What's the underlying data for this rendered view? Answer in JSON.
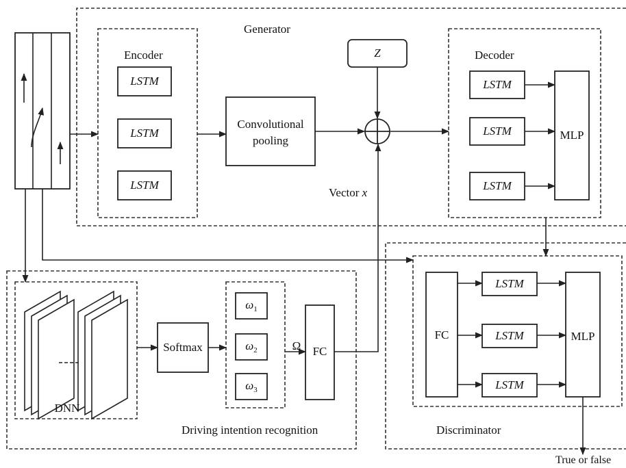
{
  "generator": {
    "title": "Generator"
  },
  "encoder": {
    "title": "Encoder",
    "cells": [
      "LSTM",
      "LSTM",
      "LSTM"
    ]
  },
  "pooling": {
    "line1": "Convolutional",
    "line2": "pooling"
  },
  "noise": {
    "label": "Z"
  },
  "vector": {
    "label": "Vector",
    "var": "x"
  },
  "decoder": {
    "title": "Decoder",
    "cells": [
      "LSTM",
      "LSTM",
      "LSTM"
    ],
    "mlp": "MLP"
  },
  "intention": {
    "title": "Driving intention recognition",
    "dnn": "DNN",
    "softmax": "Softmax",
    "weights": [
      {
        "sym": "ω",
        "sub": "1"
      },
      {
        "sym": "ω",
        "sub": "2"
      },
      {
        "sym": "ω",
        "sub": "3"
      }
    ],
    "omega": "Ω",
    "fc": "FC"
  },
  "discriminator": {
    "title": "Discriminator",
    "fc": "FC",
    "cells": [
      "LSTM",
      "LSTM",
      "LSTM"
    ],
    "mlp": "MLP",
    "output": "True or false"
  }
}
